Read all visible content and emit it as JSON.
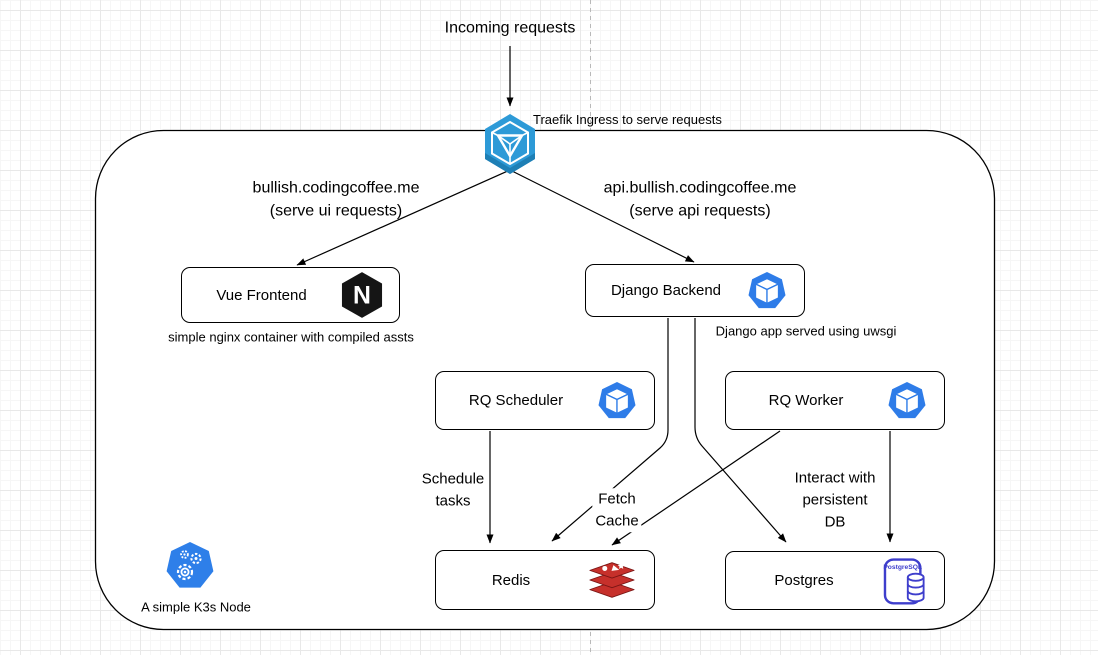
{
  "labels": {
    "incoming": "Incoming requests",
    "traefik_note": "Traefik Ingress to serve requests",
    "ui_domain": {
      "line1": "bullish.codingcoffee.me",
      "line2": "(serve ui requests)"
    },
    "api_domain": {
      "line1": "api.bullish.codingcoffee.me",
      "line2": "(serve api requests)"
    },
    "nginx_note": "simple nginx container with compiled assts",
    "uwsgi_note": "Django app served using uwsgi",
    "schedule": {
      "line1": "Schedule",
      "line2": "tasks"
    },
    "fetch": {
      "line1": "Fetch",
      "line2": "Cache"
    },
    "interact": {
      "line1": "Interact with",
      "line2": "persistent",
      "line3": "DB"
    },
    "k3s_note": "A simple K3s Node"
  },
  "nodes": {
    "vue_frontend": "Vue Frontend",
    "django_backend": "Django Backend",
    "rq_scheduler": "RQ Scheduler",
    "rq_worker": "RQ Worker",
    "redis": "Redis",
    "postgres": "Postgres"
  },
  "icons": {
    "nginx_letter": "N",
    "postgres_label": "PostgreSQL"
  },
  "colors": {
    "pod_blue": "#2E7CE8",
    "traefik_blue": "#2D9AD7",
    "traefik_blue_dark": "#1E7FB5",
    "nginx_black": "#151515",
    "redis_red": "#C6302B",
    "redis_red_dark": "#791514",
    "postgres_indigo": "#3E3ECC",
    "edge_black": "#000000",
    "grid_major": "#E8E8E8",
    "grid_minor": "#F6F6F6",
    "page_divider_gray": "#B9B9B9"
  }
}
